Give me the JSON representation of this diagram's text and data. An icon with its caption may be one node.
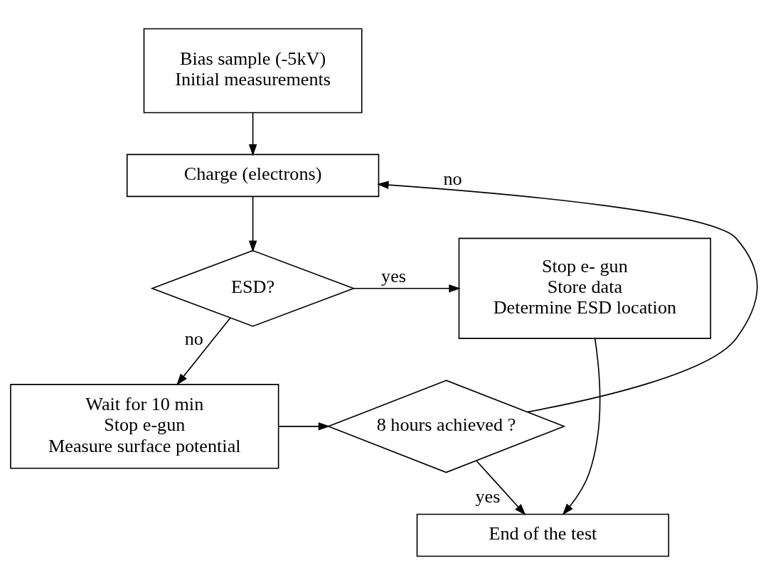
{
  "diagram": {
    "nodes": [
      {
        "text": [
          "Bias sample (-5kV)",
          "Initial measurements"
        ]
      },
      {
        "text": [
          "Charge (electrons)"
        ]
      },
      {
        "text": [
          "ESD?"
        ]
      },
      {
        "text": [
          "Stop e- gun",
          "Store data",
          "Determine ESD location"
        ]
      },
      {
        "text": [
          "Wait for 10 min",
          "Stop e-gun",
          "Measure surface potential"
        ]
      },
      {
        "text": [
          "8 hours achieved ?"
        ]
      },
      {
        "text": [
          "End of the test"
        ]
      }
    ],
    "edges": [
      {
        "from": 0,
        "to": 1,
        "arrow": "to"
      },
      {
        "from": 1,
        "to": 2,
        "arrow": "to"
      },
      {
        "from": 2,
        "to": 3,
        "arrow": "to",
        "label": "yes"
      },
      {
        "from": 2,
        "to": 4,
        "arrow": "to",
        "label": "no"
      },
      {
        "from": 4,
        "to": 5,
        "arrow": "to"
      },
      {
        "from": 5,
        "to": 1,
        "arrow": "to",
        "label": "no"
      },
      {
        "from": 5,
        "to": 6,
        "arrow": "to",
        "label": "yes"
      },
      {
        "from": 3,
        "to": 6,
        "arrow": "to"
      }
    ]
  }
}
